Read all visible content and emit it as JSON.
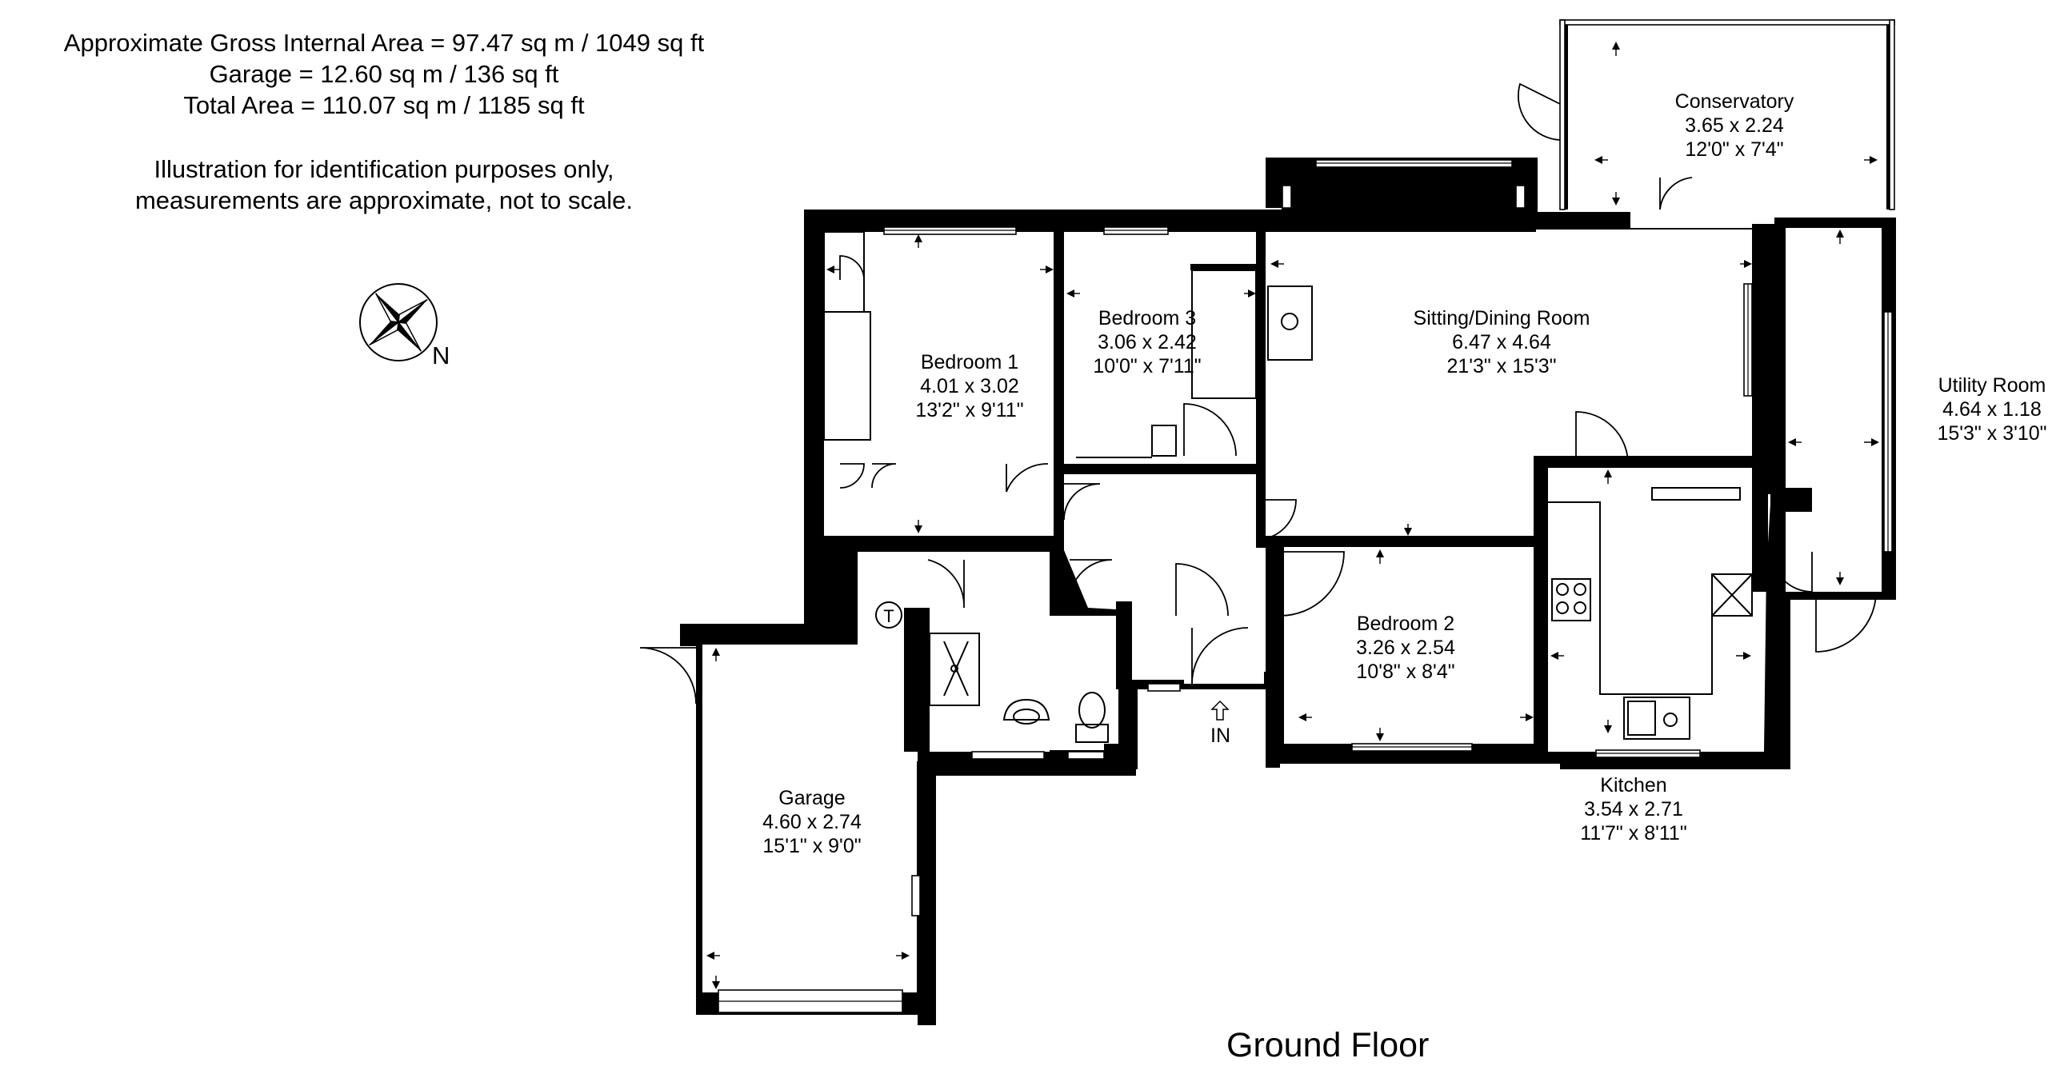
{
  "areas": {
    "gross_internal": "Approximate Gross Internal Area = 97.47 sq m / 1049 sq ft",
    "garage": "Garage = 12.60 sq m / 136 sq ft",
    "total": "Total Area = 110.07 sq m / 1185 sq ft"
  },
  "disclaimer": {
    "line1": "Illustration for identification purposes only,",
    "line2": "measurements are approximate, not to scale."
  },
  "compass": {
    "north": "N"
  },
  "entrance": "IN",
  "floor_title": "Ground Floor",
  "rooms": [
    {
      "name": "Bedroom 1",
      "metric": "4.01 x 3.02",
      "imperial": "13'2\" x 9'11\""
    },
    {
      "name": "Bedroom 3",
      "metric": "3.06 x 2.42",
      "imperial": "10'0\" x 7'11\""
    },
    {
      "name": "Sitting/Dining Room",
      "metric": "6.47 x 4.64",
      "imperial": "21'3\" x 15'3\""
    },
    {
      "name": "Conservatory",
      "metric": "3.65 x 2.24",
      "imperial": "12'0\" x 7'4\""
    },
    {
      "name": "Utility Room",
      "metric": "4.64 x 1.18",
      "imperial": "15'3\" x 3'10\""
    },
    {
      "name": "Bedroom 2",
      "metric": "3.26 x 2.54",
      "imperial": "10'8\" x 8'4\""
    },
    {
      "name": "Kitchen",
      "metric": "3.54 x 2.71",
      "imperial": "11'7\" x 8'11\""
    },
    {
      "name": "Garage",
      "metric": "4.60 x 2.74",
      "imperial": "15'1\" x 9'0\""
    }
  ],
  "fixtures": {
    "tank_symbol": "T"
  }
}
